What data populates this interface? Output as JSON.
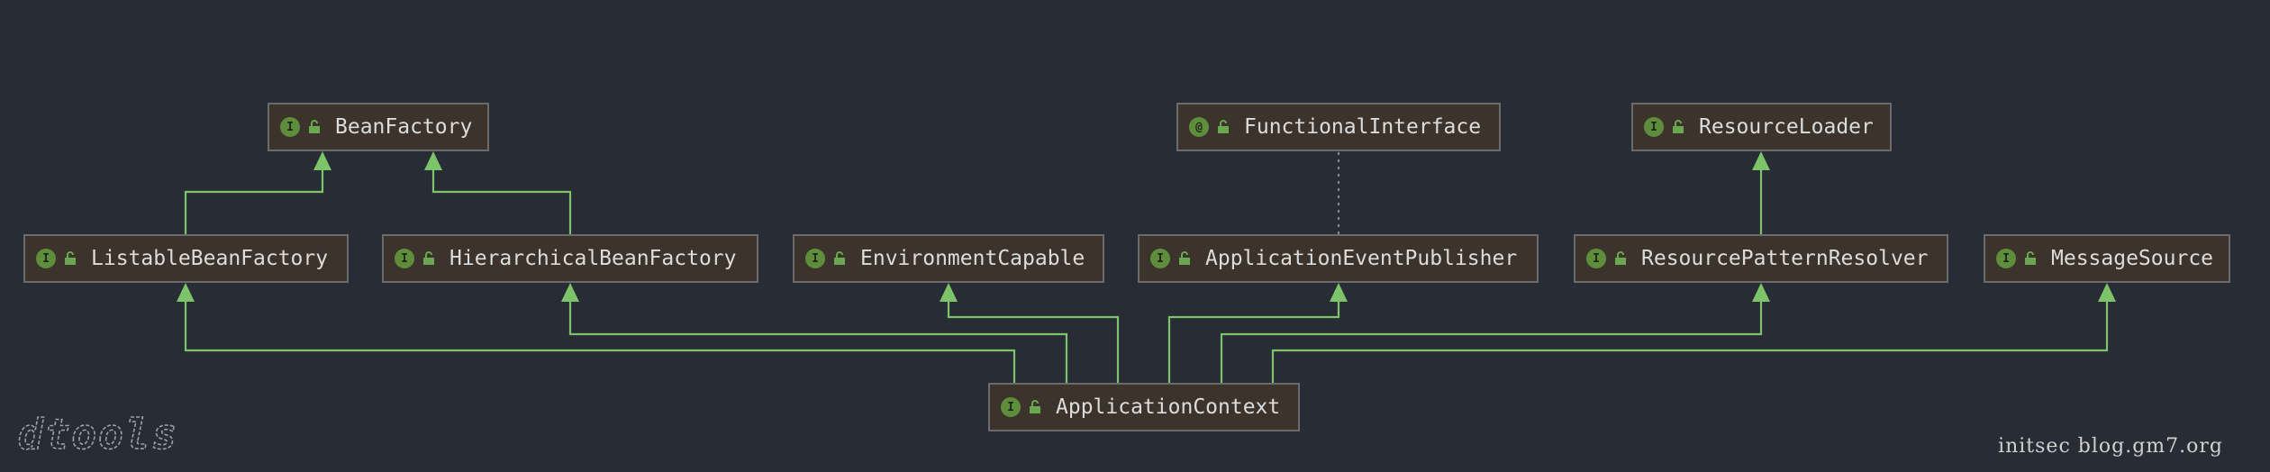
{
  "diagram": {
    "nodes": [
      {
        "id": "BeanFactory",
        "label": "BeanFactory",
        "badge": "I",
        "icon": "interface-icon"
      },
      {
        "id": "FunctionalInterface",
        "label": "FunctionalInterface",
        "badge": "@",
        "icon": "annotation-icon"
      },
      {
        "id": "ResourceLoader",
        "label": "ResourceLoader",
        "badge": "I",
        "icon": "interface-icon"
      },
      {
        "id": "ListableBeanFactory",
        "label": "ListableBeanFactory",
        "badge": "I",
        "icon": "interface-icon"
      },
      {
        "id": "HierarchicalBeanFactory",
        "label": "HierarchicalBeanFactory",
        "badge": "I",
        "icon": "interface-icon"
      },
      {
        "id": "EnvironmentCapable",
        "label": "EnvironmentCapable",
        "badge": "I",
        "icon": "interface-icon"
      },
      {
        "id": "ApplicationEventPublisher",
        "label": "ApplicationEventPublisher",
        "badge": "I",
        "icon": "interface-icon"
      },
      {
        "id": "ResourcePatternResolver",
        "label": "ResourcePatternResolver",
        "badge": "I",
        "icon": "interface-icon"
      },
      {
        "id": "MessageSource",
        "label": "MessageSource",
        "badge": "I",
        "icon": "interface-icon"
      },
      {
        "id": "ApplicationContext",
        "label": "ApplicationContext",
        "badge": "I",
        "icon": "interface-icon"
      }
    ],
    "edges": [
      {
        "from": "ListableBeanFactory",
        "to": "BeanFactory",
        "style": "extends"
      },
      {
        "from": "HierarchicalBeanFactory",
        "to": "BeanFactory",
        "style": "extends"
      },
      {
        "from": "ResourcePatternResolver",
        "to": "ResourceLoader",
        "style": "extends"
      },
      {
        "from": "ApplicationEventPublisher",
        "to": "FunctionalInterface",
        "style": "annotated"
      },
      {
        "from": "ApplicationContext",
        "to": "ListableBeanFactory",
        "style": "extends"
      },
      {
        "from": "ApplicationContext",
        "to": "HierarchicalBeanFactory",
        "style": "extends"
      },
      {
        "from": "ApplicationContext",
        "to": "EnvironmentCapable",
        "style": "extends"
      },
      {
        "from": "ApplicationContext",
        "to": "ApplicationEventPublisher",
        "style": "extends"
      },
      {
        "from": "ApplicationContext",
        "to": "ResourcePatternResolver",
        "style": "extends"
      },
      {
        "from": "ApplicationContext",
        "to": "MessageSource",
        "style": "extends"
      }
    ],
    "colors": {
      "background": "#282c34",
      "edge": "#7cc36a",
      "dotted": "#8a8a8a",
      "node_fill": "#3c342c",
      "node_border": "#6b6b6b",
      "badge": "#5e8d3c"
    }
  },
  "footer": {
    "text": "initsec blog.gm7.org"
  },
  "logo": {
    "text": "dtools",
    "icon": "dtools-logo"
  }
}
